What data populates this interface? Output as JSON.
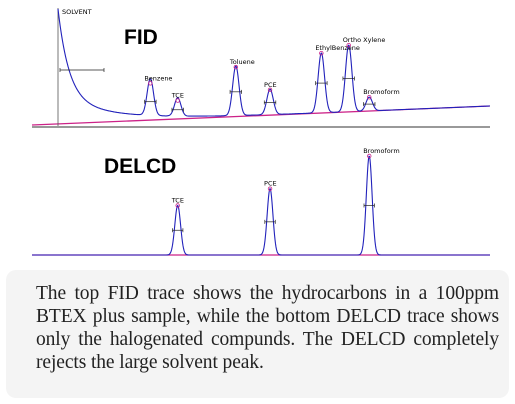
{
  "chart_data": [
    {
      "type": "line",
      "title": "FID",
      "xlabel": "",
      "ylabel": "",
      "baseline_color": "#cc2288",
      "trace_color": "#2222bb",
      "peaks": [
        {
          "label": "SOLVENT",
          "rel_time": 0.0,
          "rel_height": 1.0,
          "solvent": true
        },
        {
          "label": "Benzene",
          "rel_time": 0.27,
          "rel_height": 0.32
        },
        {
          "label": "TCE",
          "rel_time": 0.35,
          "rel_height": 0.16
        },
        {
          "label": "Toluene",
          "rel_time": 0.52,
          "rel_height": 0.43
        },
        {
          "label": "PCE",
          "rel_time": 0.62,
          "rel_height": 0.22
        },
        {
          "label": "EthylBenzene",
          "rel_time": 0.77,
          "rel_height": 0.52
        },
        {
          "label": "Ortho Xylene",
          "rel_time": 0.85,
          "rel_height": 0.58
        },
        {
          "label": "Bromoform",
          "rel_time": 0.91,
          "rel_height": 0.12
        }
      ]
    },
    {
      "type": "line",
      "title": "DELCD",
      "xlabel": "",
      "ylabel": "",
      "baseline_color": "#cc2288",
      "trace_color": "#2222bb",
      "peaks": [
        {
          "label": "TCE",
          "rel_time": 0.35,
          "rel_height": 0.5
        },
        {
          "label": "PCE",
          "rel_time": 0.62,
          "rel_height": 0.67
        },
        {
          "label": "Bromoform",
          "rel_time": 0.91,
          "rel_height": 1.0
        }
      ]
    }
  ],
  "caption": "The top FID trace shows the hydrocarbons in a 100ppm BTEX plus sample, while the bottom DELCD trace shows only the halogenated compunds. The DELCD completely rejects the large solvent peak."
}
